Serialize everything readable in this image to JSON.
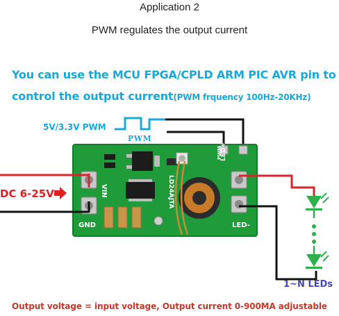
{
  "title": "Application 2",
  "subtitle": "PWM regulates the output current",
  "headline_line1": "You can use the MCU FPGA/CPLD ARM PIC AVR  pin to",
  "headline_line2_main": "control the output current",
  "headline_line2_note": "(PWM frquency 100Hz-20KHz)",
  "pwm_input_label": "5V/3.3V PWM",
  "pwm_label": "PWM",
  "dc_label": "DC 6-25V",
  "leds_label": "1~N LEDs",
  "footer": "Output voltage = input voltage, Output current 0-900MA adjustable",
  "board": {
    "vin_label": "VIN",
    "gnd_label": "GND",
    "led_plus_label": "LED+",
    "led_minus_label": "LED-",
    "pwm_pin_label": "PWM",
    "chip_label": "LD24AJTA"
  },
  "colors": {
    "accent_blue": "#19a8d9",
    "wire_red": "#d9262c",
    "wire_black": "#111111",
    "pcb_green": "#1f9b3a",
    "led_green": "#2db14b",
    "footer_red": "#c0392b",
    "leds_label_blue": "#4545b8"
  }
}
